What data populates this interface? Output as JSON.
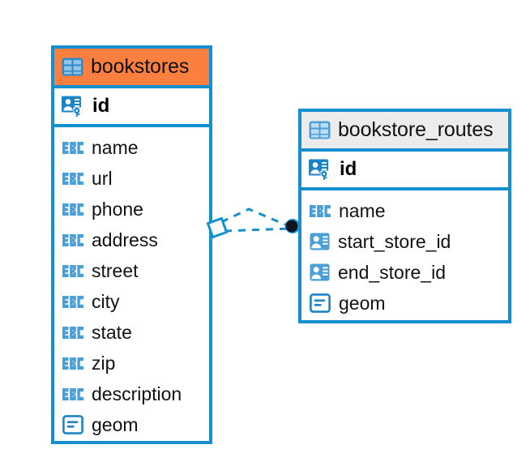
{
  "diagram": {
    "type": "er-diagram",
    "background_color": "#ffffff",
    "accent_color": "#1490d0",
    "highlight_color": "#fb8040",
    "header_plain_color": "#ececec",
    "entities": [
      {
        "name": "bookstores",
        "header_style": "accent",
        "table_icon": "table-icon",
        "primary_key": {
          "label": "id",
          "icon": "primary-key-icon",
          "type": "key"
        },
        "fields": [
          {
            "label": "name",
            "icon": "text-type-icon",
            "type": "text"
          },
          {
            "label": "url",
            "icon": "text-type-icon",
            "type": "text"
          },
          {
            "label": "phone",
            "icon": "text-type-icon",
            "type": "text"
          },
          {
            "label": "address",
            "icon": "text-type-icon",
            "type": "text"
          },
          {
            "label": "street",
            "icon": "text-type-icon",
            "type": "text"
          },
          {
            "label": "city",
            "icon": "text-type-icon",
            "type": "text"
          },
          {
            "label": "state",
            "icon": "text-type-icon",
            "type": "text"
          },
          {
            "label": "zip",
            "icon": "text-type-icon",
            "type": "text"
          },
          {
            "label": "description",
            "icon": "text-type-icon",
            "type": "text"
          },
          {
            "label": "geom",
            "icon": "geometry-type-icon",
            "type": "geometry"
          }
        ]
      },
      {
        "name": "bookstore_routes",
        "header_style": "plain",
        "table_icon": "table-icon",
        "primary_key": {
          "label": "id",
          "icon": "primary-key-icon",
          "type": "key"
        },
        "fields": [
          {
            "label": "name",
            "icon": "text-type-icon",
            "type": "text"
          },
          {
            "label": "start_store_id",
            "icon": "foreign-key-icon",
            "type": "reference"
          },
          {
            "label": "end_store_id",
            "icon": "foreign-key-icon",
            "type": "reference"
          },
          {
            "label": "geom",
            "icon": "geometry-type-icon",
            "type": "geometry"
          }
        ]
      }
    ],
    "relationship": {
      "from": "bookstores",
      "to": "bookstore_routes",
      "line_style": "dashed",
      "line_color": "#1490d0",
      "source_endpoint": "diamond",
      "target_endpoint": "filled-circle",
      "target_endpoint_color": "#10131c"
    }
  }
}
